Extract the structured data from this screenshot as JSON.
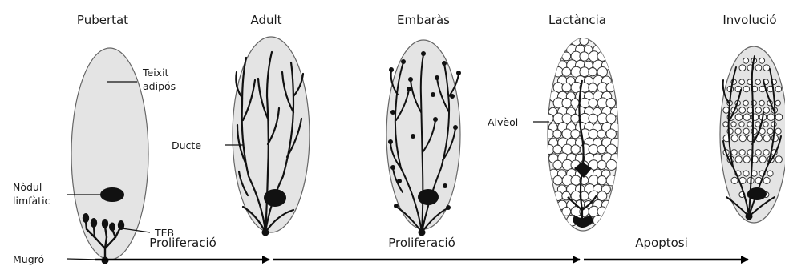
{
  "stages": [
    {
      "title": "Pubertat"
    },
    {
      "title": "Adult"
    },
    {
      "title": "Embaràs"
    },
    {
      "title": "Lactància"
    },
    {
      "title": "Involució"
    }
  ],
  "labels": {
    "adipose_line1": "Teixit",
    "adipose_line2": "adipós",
    "lymph_line1": "Nòdul",
    "lymph_line2": "limfàtic",
    "teb": "TEB",
    "nipple": "Mugró",
    "duct": "Ducte",
    "alveolus": "Alvèol"
  },
  "phases": [
    {
      "label": "Proliferació"
    },
    {
      "label": "Proliferació"
    },
    {
      "label": "Apoptosi"
    }
  ],
  "colors": {
    "gland_fill": "#e4e4e4",
    "gland_stroke": "#666666",
    "duct": "#111111",
    "alveolus_fill": "#ffffff",
    "alveolus_stroke": "#333333"
  }
}
